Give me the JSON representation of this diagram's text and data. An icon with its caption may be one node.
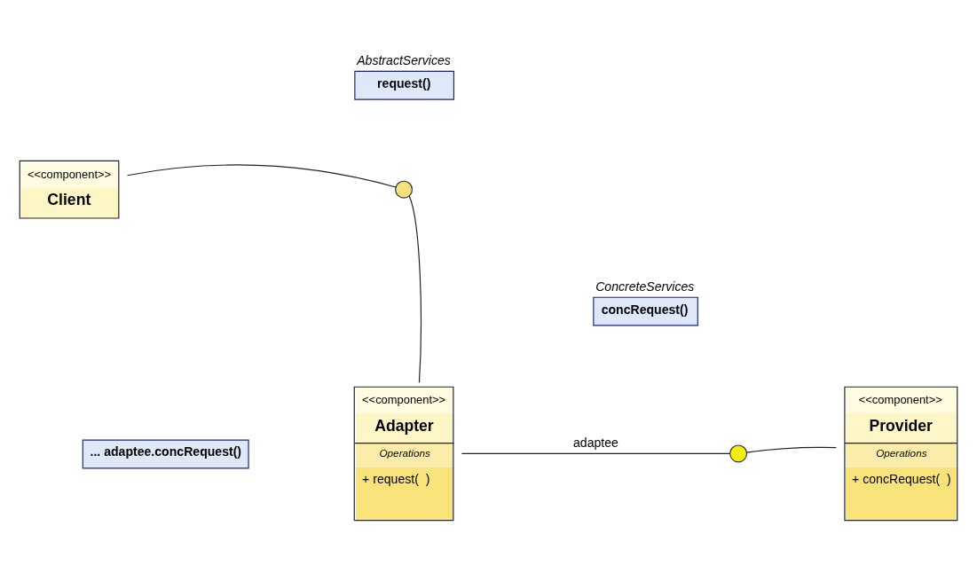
{
  "diagram": {
    "nodes": [
      {
        "text": [
          "<<component>>",
          "Client"
        ]
      },
      {
        "text": [
          "AbstractServices",
          "request()"
        ]
      },
      {
        "text": [],
        "shape": "circle"
      },
      {
        "text": [
          "<<component>>",
          "Adapter",
          "Operations",
          "+ request(  )"
        ]
      },
      {
        "text": [
          "ConcreteServices",
          "concRequest()"
        ]
      },
      {
        "text": [],
        "shape": "circle"
      },
      {
        "text": [
          "<<component>>",
          "Provider",
          "Operations",
          "+ concRequest(  )"
        ]
      },
      {
        "text": [
          "... adaptee.concRequest()"
        ]
      }
    ],
    "edges": [
      {
        "from": 0,
        "to": 2,
        "arrow": "none"
      },
      {
        "from": 3,
        "to": 2,
        "arrow": "none"
      },
      {
        "from": 3,
        "to": 5,
        "arrow": "none",
        "label": "adaptee"
      },
      {
        "from": 6,
        "to": 5,
        "arrow": "none"
      }
    ]
  }
}
